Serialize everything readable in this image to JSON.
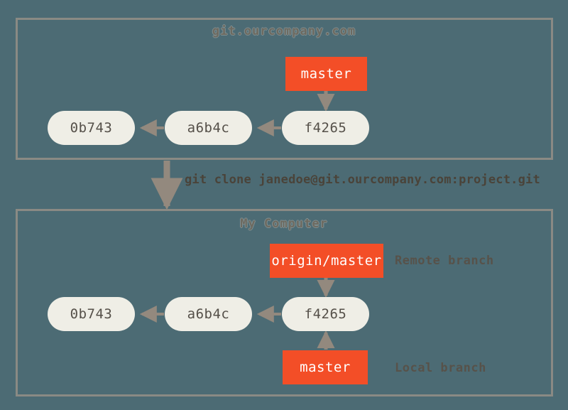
{
  "diagram": {
    "title_remote": "git.ourcompany.com",
    "title_local": "My Computer",
    "clone_command": "git clone janedoe@git.ourcompany.com:project.git",
    "colors": {
      "background": "#4c6b74",
      "panel_border": "#8a8a84",
      "commit_fill": "#efeee6",
      "commit_text": "#555049",
      "branch_fill": "#f34e27",
      "branch_text": "#ffffff",
      "label_text": "#57524a",
      "arrow": "#93897e"
    }
  },
  "remote_panel": {
    "caption": "git.ourcompany.com",
    "commits": [
      {
        "id": "0b743"
      },
      {
        "id": "a6b4c"
      },
      {
        "id": "f4265"
      }
    ],
    "branch": {
      "label": "master"
    }
  },
  "local_panel": {
    "caption": "My Computer",
    "commits": [
      {
        "id": "0b743"
      },
      {
        "id": "a6b4c"
      },
      {
        "id": "f4265"
      }
    ],
    "remote_branch": {
      "label": "origin/master",
      "annotation": "Remote branch"
    },
    "local_branch": {
      "label": "master",
      "annotation": "Local branch"
    }
  }
}
